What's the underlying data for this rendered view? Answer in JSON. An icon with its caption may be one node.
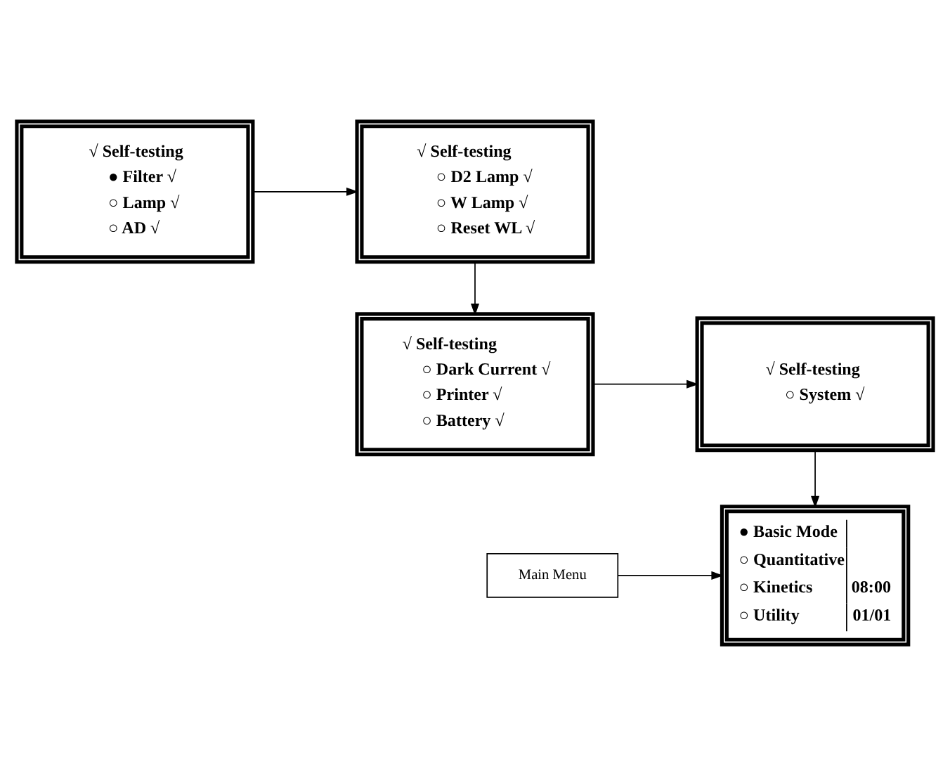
{
  "diagram": {
    "nodes": [
      {
        "text": [
          "√ Self-testing",
          "● Filter √",
          "○ Lamp √",
          "○ AD √"
        ]
      },
      {
        "text": [
          "√ Self-testing",
          "○ D2 Lamp √",
          "○ W Lamp √",
          "○ Reset WL √"
        ]
      },
      {
        "text": [
          "√ Self-testing",
          "○ Dark Current √",
          "○ Printer √",
          "○ Battery √"
        ]
      },
      {
        "text": [
          "√ Self-testing",
          "○ System √"
        ]
      },
      {
        "text": [
          "● Basic Mode",
          "○ Quantitative",
          "○ Kinetics",
          "08:00",
          "○ Utility",
          "01/01"
        ]
      },
      {
        "text": [
          "Main Menu"
        ]
      }
    ],
    "edges": [
      {
        "from": 0,
        "to": 1,
        "arrow": "to"
      },
      {
        "from": 1,
        "to": 2,
        "arrow": "to"
      },
      {
        "from": 2,
        "to": 3,
        "arrow": "to"
      },
      {
        "from": 3,
        "to": 4,
        "arrow": "to"
      },
      {
        "from": 5,
        "to": 4,
        "arrow": "to"
      }
    ]
  }
}
